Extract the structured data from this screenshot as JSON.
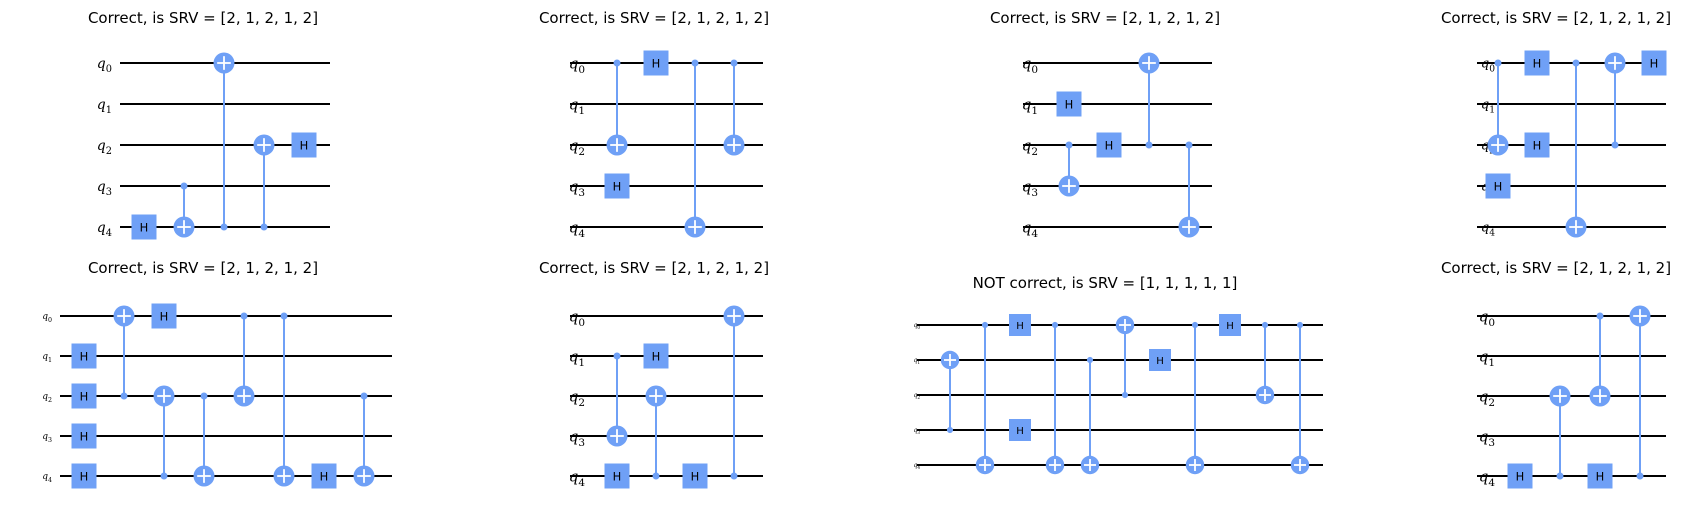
{
  "colors": {
    "gate": "#6fa0f6",
    "wire": "#000000",
    "text": "#000000"
  },
  "panels": [
    {
      "id": "p1",
      "title": "Correct, is SRV = [2, 1, 2, 1, 2]",
      "qubits": [
        "0",
        "1",
        "2",
        "3",
        "4"
      ],
      "gates": [
        {
          "type": "H",
          "qubit": 4,
          "col": 0
        },
        {
          "type": "CX",
          "control": 3,
          "target": 4,
          "col": 1
        },
        {
          "type": "CX",
          "control": 4,
          "target": 0,
          "col": 2
        },
        {
          "type": "CX",
          "control": 4,
          "target": 2,
          "col": 3
        },
        {
          "type": "H",
          "qubit": 2,
          "col": 4
        }
      ]
    },
    {
      "id": "p2",
      "title": "Correct, is SRV = [2, 1, 2, 1, 2]",
      "qubits": [
        "0",
        "1",
        "2",
        "3",
        "4"
      ],
      "gates": [
        {
          "type": "H",
          "qubit": 3,
          "col": 0
        },
        {
          "type": "CX",
          "control": 0,
          "target": 2,
          "col": 0
        },
        {
          "type": "H",
          "qubit": 0,
          "col": 1
        },
        {
          "type": "CX",
          "control": 0,
          "target": 4,
          "col": 2
        },
        {
          "type": "CX",
          "control": 0,
          "target": 2,
          "col": 3
        }
      ]
    },
    {
      "id": "p3",
      "title": "Correct, is SRV = [2, 1, 2, 1, 2]",
      "qubits": [
        "0",
        "1",
        "2",
        "3",
        "4"
      ],
      "gates": [
        {
          "type": "H",
          "qubit": 1,
          "col": 0
        },
        {
          "type": "CX",
          "control": 2,
          "target": 3,
          "col": 0
        },
        {
          "type": "H",
          "qubit": 2,
          "col": 1
        },
        {
          "type": "CX",
          "control": 2,
          "target": 0,
          "col": 2
        },
        {
          "type": "CX",
          "control": 2,
          "target": 4,
          "col": 3
        }
      ]
    },
    {
      "id": "p4",
      "title": "Correct, is SRV = [2, 1, 2, 1, 2]",
      "qubits": [
        "0",
        "1",
        "2",
        "3",
        "4"
      ],
      "gates": [
        {
          "type": "H",
          "qubit": 3,
          "col": 0
        },
        {
          "type": "CX",
          "control": 0,
          "target": 2,
          "col": 0
        },
        {
          "type": "H",
          "qubit": 0,
          "col": 1
        },
        {
          "type": "H",
          "qubit": 2,
          "col": 1
        },
        {
          "type": "CX",
          "control": 0,
          "target": 4,
          "col": 2
        },
        {
          "type": "CX",
          "control": 2,
          "target": 0,
          "col": 3
        },
        {
          "type": "H",
          "qubit": 0,
          "col": 4
        }
      ]
    },
    {
      "id": "p5",
      "title": "Correct, is SRV = [2, 1, 2, 1, 2]",
      "qubits": [
        "0",
        "1",
        "2",
        "3",
        "4"
      ],
      "gates": [
        {
          "type": "H",
          "qubit": 1,
          "col": 0
        },
        {
          "type": "H",
          "qubit": 2,
          "col": 0
        },
        {
          "type": "H",
          "qubit": 3,
          "col": 0
        },
        {
          "type": "H",
          "qubit": 4,
          "col": 0
        },
        {
          "type": "CX",
          "control": 2,
          "target": 0,
          "col": 1
        },
        {
          "type": "H",
          "qubit": 0,
          "col": 2
        },
        {
          "type": "CX",
          "control": 4,
          "target": 2,
          "col": 2
        },
        {
          "type": "CX",
          "control": 2,
          "target": 4,
          "col": 3
        },
        {
          "type": "CX",
          "control": 0,
          "target": 2,
          "col": 4
        },
        {
          "type": "CX",
          "control": 0,
          "target": 4,
          "col": 5
        },
        {
          "type": "H",
          "qubit": 4,
          "col": 6
        },
        {
          "type": "CX",
          "control": 2,
          "target": 4,
          "col": 7
        }
      ]
    },
    {
      "id": "p6",
      "title": "Correct, is SRV = [2, 1, 2, 1, 2]",
      "qubits": [
        "0",
        "1",
        "2",
        "3",
        "4"
      ],
      "gates": [
        {
          "type": "H",
          "qubit": 4,
          "col": 0
        },
        {
          "type": "CX",
          "control": 1,
          "target": 3,
          "col": 0
        },
        {
          "type": "H",
          "qubit": 1,
          "col": 1
        },
        {
          "type": "CX",
          "control": 4,
          "target": 2,
          "col": 1
        },
        {
          "type": "H",
          "qubit": 4,
          "col": 2
        },
        {
          "type": "CX",
          "control": 4,
          "target": 0,
          "col": 3
        }
      ]
    },
    {
      "id": "p7",
      "title": "NOT correct, is SRV = [1, 1, 1, 1, 1]",
      "qubits": [
        "0",
        "1",
        "2",
        "3",
        "4"
      ],
      "gates": [
        {
          "type": "CX",
          "control": 3,
          "target": 1,
          "col": 0
        },
        {
          "type": "CX",
          "control": 0,
          "target": 4,
          "col": 1
        },
        {
          "type": "H",
          "qubit": 0,
          "col": 2
        },
        {
          "type": "H",
          "qubit": 3,
          "col": 2
        },
        {
          "type": "CX",
          "control": 0,
          "target": 4,
          "col": 3
        },
        {
          "type": "CX",
          "control": 1,
          "target": 4,
          "col": 4
        },
        {
          "type": "CX",
          "control": 2,
          "target": 0,
          "col": 5
        },
        {
          "type": "H",
          "qubit": 1,
          "col": 6
        },
        {
          "type": "CX",
          "control": 0,
          "target": 4,
          "col": 7
        },
        {
          "type": "H",
          "qubit": 0,
          "col": 8
        },
        {
          "type": "CX",
          "control": 0,
          "target": 2,
          "col": 9
        },
        {
          "type": "CX",
          "control": 0,
          "target": 4,
          "col": 10
        }
      ]
    },
    {
      "id": "p8",
      "title": "Correct, is SRV = [2, 1, 2, 1, 2]",
      "qubits": [
        "0",
        "1",
        "2",
        "3",
        "4"
      ],
      "gates": [
        {
          "type": "H",
          "qubit": 4,
          "col": 0
        },
        {
          "type": "CX",
          "control": 4,
          "target": 2,
          "col": 1
        },
        {
          "type": "H",
          "qubit": 4,
          "col": 2
        },
        {
          "type": "CX",
          "control": 0,
          "target": 2,
          "col": 2
        },
        {
          "type": "CX",
          "control": 4,
          "target": 0,
          "col": 3
        }
      ]
    }
  ]
}
